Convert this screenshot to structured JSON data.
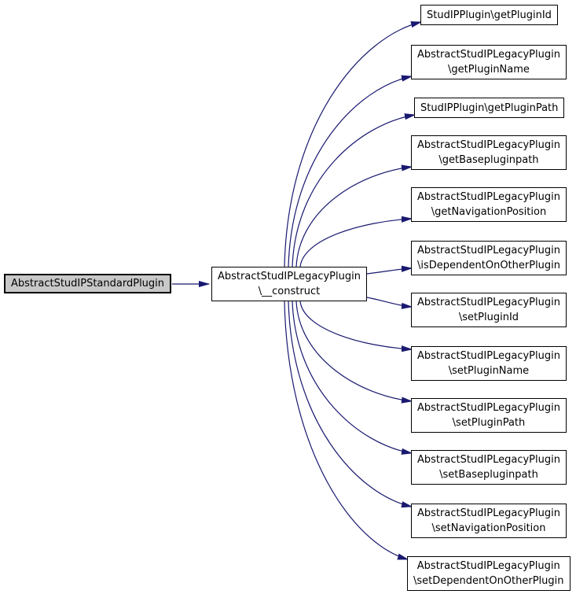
{
  "diagram": {
    "type": "call-graph",
    "background_color": "#ffffff",
    "edge_color": "#191970",
    "node_border_color": "#000000",
    "node_fill_color": "#ffffff",
    "focus_node_fill_color": "#c8c8c8",
    "text_color": "#000000",
    "caller": {
      "lines": [
        "AbstractStudIPStandardPlugin"
      ]
    },
    "center": {
      "lines": [
        "AbstractStudIPLegacyPlugin",
        "\\__construct"
      ]
    },
    "callees": [
      {
        "lines": [
          "StudIPPlugin\\getPluginId"
        ]
      },
      {
        "lines": [
          "AbstractStudIPLegacyPlugin",
          "\\getPluginName"
        ]
      },
      {
        "lines": [
          "StudIPPlugin\\getPluginPath"
        ]
      },
      {
        "lines": [
          "AbstractStudIPLegacyPlugin",
          "\\getBasepluginpath"
        ]
      },
      {
        "lines": [
          "AbstractStudIPLegacyPlugin",
          "\\getNavigationPosition"
        ]
      },
      {
        "lines": [
          "AbstractStudIPLegacyPlugin",
          "\\isDependentOnOtherPlugin"
        ]
      },
      {
        "lines": [
          "AbstractStudIPLegacyPlugin",
          "\\setPluginId"
        ]
      },
      {
        "lines": [
          "AbstractStudIPLegacyPlugin",
          "\\setPluginName"
        ]
      },
      {
        "lines": [
          "AbstractStudIPLegacyPlugin",
          "\\setPluginPath"
        ]
      },
      {
        "lines": [
          "AbstractStudIPLegacyPlugin",
          "\\setBasepluginpath"
        ]
      },
      {
        "lines": [
          "AbstractStudIPLegacyPlugin",
          "\\setNavigationPosition"
        ]
      },
      {
        "lines": [
          "AbstractStudIPLegacyPlugin",
          "\\setDependentOnOtherPlugin"
        ]
      }
    ]
  }
}
